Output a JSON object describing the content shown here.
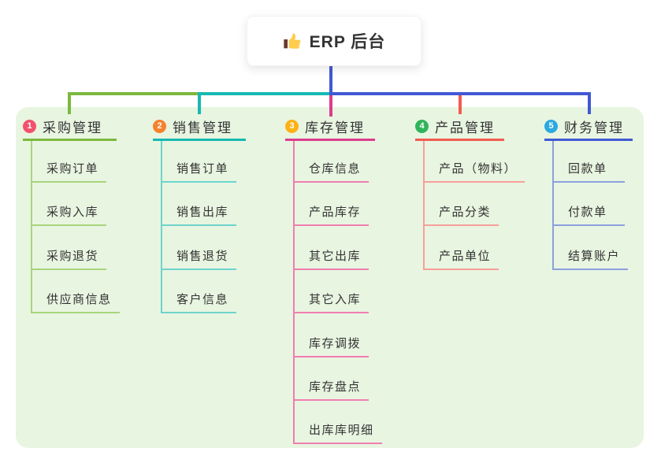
{
  "root": {
    "label": "ERP 后台",
    "icon": "thumbs-up-icon"
  },
  "canvas": {
    "background": "#E8F5E1"
  },
  "branches": [
    {
      "index": "1",
      "title": "采购管理",
      "color": "#7CB93E",
      "light_color": "#A8D57C",
      "badge_color": "#F4516C",
      "items": [
        "采购订单",
        "采购入库",
        "采购退货",
        "供应商信息"
      ]
    },
    {
      "index": "2",
      "title": "销售管理",
      "color": "#17B9B1",
      "light_color": "#6ED4CC",
      "badge_color": "#F5822D",
      "items": [
        "销售订单",
        "销售出库",
        "销售退货",
        "客户信息"
      ]
    },
    {
      "index": "3",
      "title": "库存管理",
      "color": "#DC3C8E",
      "light_color": "#F07EB0",
      "badge_color": "#FCB116",
      "items": [
        "仓库信息",
        "产品库存",
        "其它出库",
        "其它入库",
        "库存调拨",
        "库存盘点",
        "出库库明细"
      ]
    },
    {
      "index": "4",
      "title": "产品管理",
      "color": "#F25B50",
      "light_color": "#F7A09A",
      "badge_color": "#2FB45A",
      "items": [
        "产品（物料）",
        "产品分类",
        "产品单位"
      ]
    },
    {
      "index": "5",
      "title": "财务管理",
      "color": "#4159D4",
      "light_color": "#8CA0DE",
      "badge_color": "#2BA9E1",
      "items": [
        "回款单",
        "付款单",
        "结算账户"
      ]
    }
  ]
}
